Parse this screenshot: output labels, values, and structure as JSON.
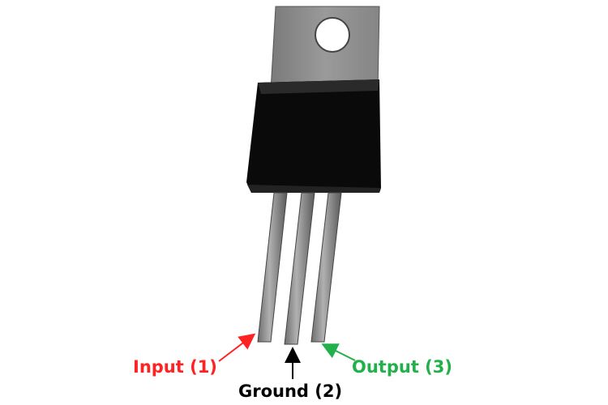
{
  "labels": {
    "input": "Input (1)",
    "ground": "Ground (2)",
    "output": "Output (3)"
  },
  "colors": {
    "input": "#ff2222",
    "ground": "#000000",
    "output": "#22b04b",
    "tab": "#8c8c8c",
    "body": "#0a0a0a",
    "lead": "#9a9a9a"
  }
}
